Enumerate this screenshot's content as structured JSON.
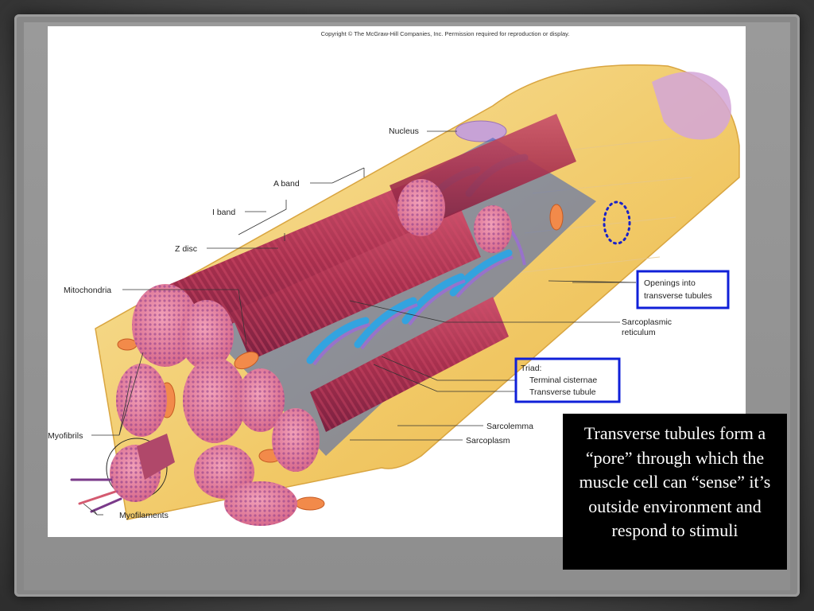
{
  "slide": {
    "copyright": "Copyright © The McGraw-Hill Companies, Inc. Permission required for reproduction or display.",
    "caption": "Transverse tubules form a “pore” through which the muscle cell can “sense” it’s outside environment and respond to stimuli",
    "caption_background": "#000000",
    "highlight_box_color": "#1020d8"
  },
  "labels": {
    "nucleus": "Nucleus",
    "a_band": "A band",
    "i_band": "I band",
    "z_disc": "Z disc",
    "mitochondria": "Mitochondria",
    "myofibrils": "Myofibrils",
    "myofilaments": "Myofilaments",
    "openings_line1": "Openings into",
    "openings_line2": "transverse tubules",
    "sr_line1": "Sarcoplasmic",
    "sr_line2": "reticulum",
    "triad": "Triad:",
    "terminal_cisternae": "Terminal cisternae",
    "transverse_tubule": "Transverse tubule",
    "sarcolemma": "Sarcolemma",
    "sarcoplasm": "Sarcoplasm"
  }
}
